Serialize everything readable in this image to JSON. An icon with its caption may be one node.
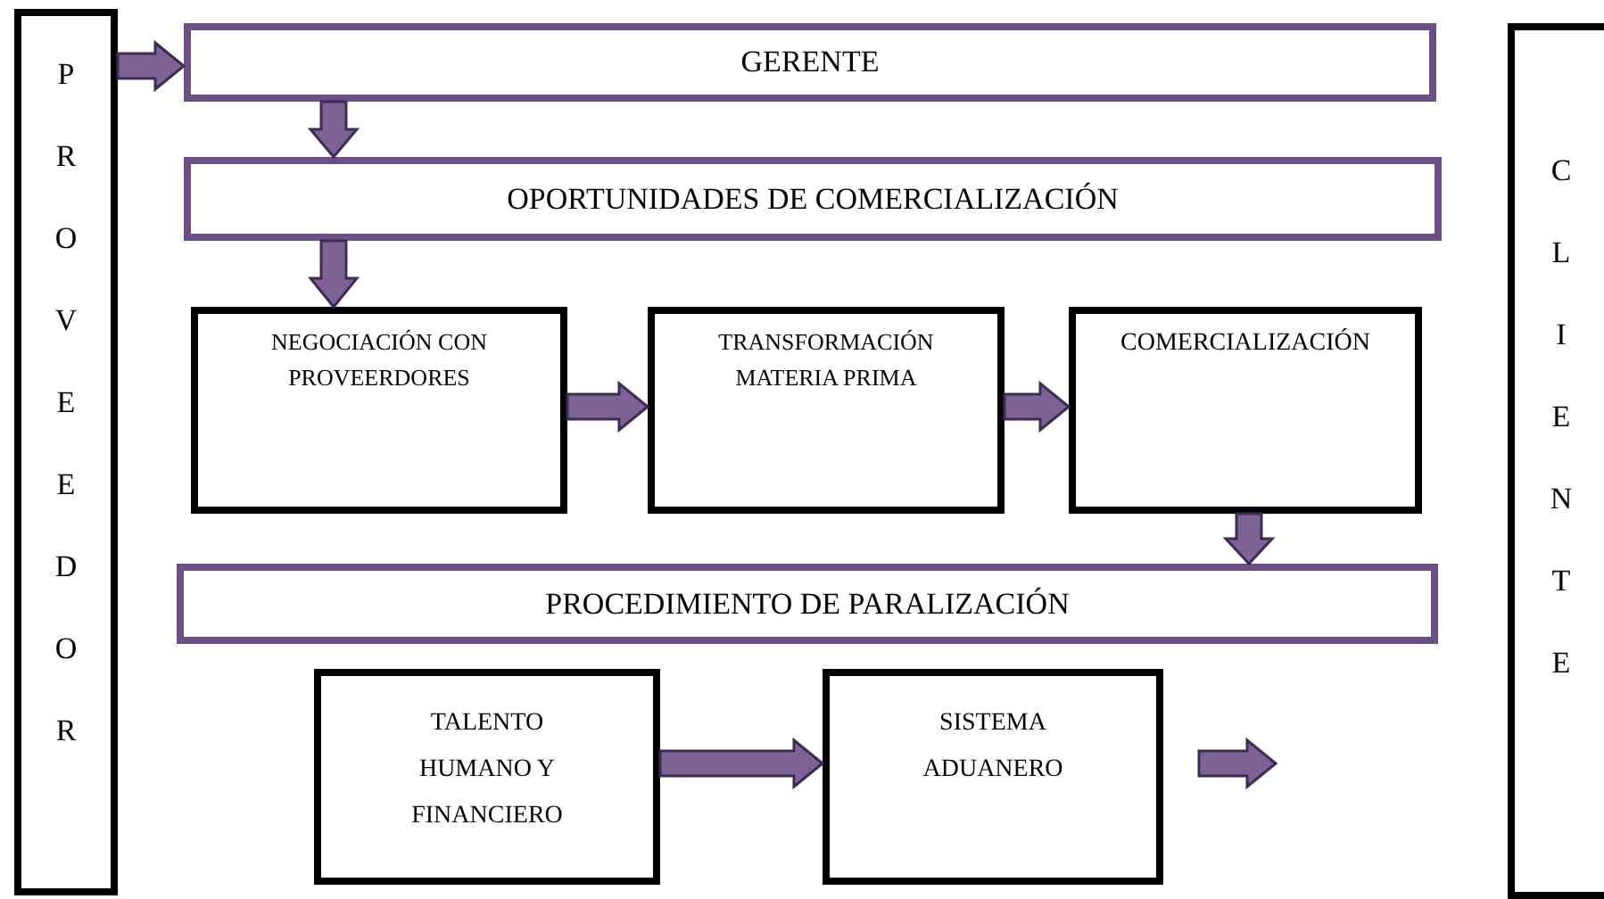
{
  "diagram": {
    "nodes": [
      {
        "text": [
          "PROVEEDOR"
        ]
      },
      {
        "text": [
          "GERENTE"
        ]
      },
      {
        "text": [
          "OPORTUNIDADES DE COMERCIALIZACIÓN"
        ]
      },
      {
        "text": [
          "NEGOCIACIÓN CON PROVEERDORES"
        ]
      },
      {
        "text": [
          "TRANSFORMACIÓN MATERIA PRIMA"
        ]
      },
      {
        "text": [
          "COMERCIALIZACIÓN"
        ]
      },
      {
        "text": [
          "PROCEDIMIENTO DE PARALIZACIÓN"
        ]
      },
      {
        "text": [
          "TALENTO HUMANO Y FINANCIERO"
        ]
      },
      {
        "text": [
          "SISTEMA ADUANERO"
        ]
      },
      {
        "text": [
          "CLIENTE"
        ]
      }
    ],
    "edges": [
      {
        "from": 0,
        "to": 1,
        "arrow": "to"
      },
      {
        "from": 1,
        "to": 2,
        "arrow": "to"
      },
      {
        "from": 2,
        "to": 3,
        "arrow": "to"
      },
      {
        "from": 3,
        "to": 4,
        "arrow": "to"
      },
      {
        "from": 4,
        "to": 5,
        "arrow": "to"
      },
      {
        "from": 5,
        "to": 6,
        "arrow": "to"
      },
      {
        "from": 7,
        "to": 8,
        "arrow": "to"
      },
      {
        "from": 8,
        "to": null,
        "arrow": "to"
      }
    ]
  }
}
